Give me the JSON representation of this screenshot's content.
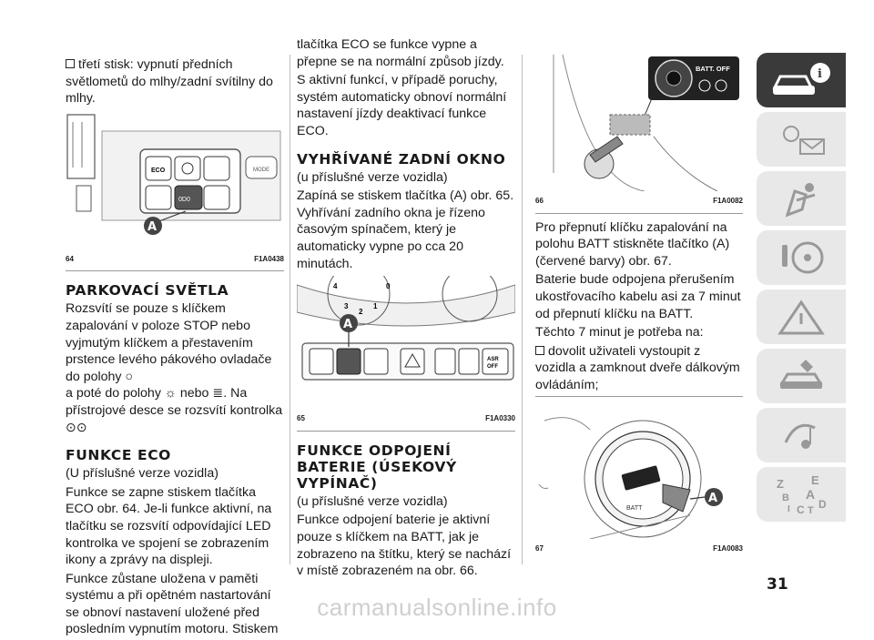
{
  "col1": {
    "intro_bullet": "třetí stisk: vypnutí předních",
    "intro_rest": "světlometů do mlhy/zadní svítilny do mlhy.",
    "fig64": {
      "num": "64",
      "code": "F1A0438",
      "callout": "A",
      "mode_label": "MODE"
    },
    "h_parking": "PARKOVACÍ SVĚTLA",
    "parking_text1": "Rozsvítí se pouze s klíčkem zapalování v poloze STOP nebo vyjmutým klíčkem a přestavením prstence levého pákového ovladače do polohy",
    "parking_text2a": "a poté do polohy",
    "parking_text2b": "nebo",
    "parking_text2c": ". Na přístrojové desce se rozsvítí kontrolka",
    "h_eco": "FUNKCE ECO",
    "eco_version": "(U příslušné verze vozidla)",
    "eco_text1": "Funkce se zapne stiskem tlačítka ECO obr. 64. Je-li funkce aktivní, na tlačítku se rozsvítí odpovídající LED kontrolka ve spojení se zobrazením ikony a zprávy na displeji.",
    "eco_text2": "Funkce zůstane uložena v paměti systému a při opětném nastartování se obnoví nastavení uložené před posledním vypnutím motoru. Stiskem"
  },
  "col2": {
    "cont_text": "tlačítka ECO se funkce vypne a přepne se na normální způsob jízdy.",
    "fault_text": "S aktivní funkcí, v případě poruchy, systém automaticky obnoví normální nastavení jízdy deaktivací funkce ECO.",
    "h_heated": "VYHŘÍVANÉ ZADNÍ OKNO",
    "heated_version": "(u příslušné verze vozidla)",
    "heated_text": "Zapíná se stiskem tlačítka (A) obr. 65. Vyhřívání zadního okna je řízeno časovým spínačem, který je automaticky vypne po cca 20 minutách.",
    "fig65": {
      "num": "65",
      "code": "F1A0330",
      "callout": "A",
      "dial": [
        "4",
        "0",
        "3",
        "2",
        "1"
      ],
      "asr_label": "ASR\nOFF"
    },
    "h_battery": "FUNKCE ODPOJENÍ BATERIE (ÚSEKOVÝ VYPÍNAČ)",
    "battery_version": "(u příslušné verze vozidla)",
    "battery_text": "Funkce odpojení baterie je aktivní pouze s klíčkem na BATT, jak je zobrazeno na štítku, který se nachází v místě zobrazeném na obr. 66."
  },
  "col3": {
    "fig66": {
      "num": "66",
      "code": "F1A0082",
      "label": "BATT. OFF"
    },
    "switch_text": "Pro přepnutí klíčku zapalování na polohu BATT stiskněte tlačítko (A) (červené barvy) obr. 67.",
    "disconnect_text": "Baterie bude odpojena přerušením ukostřovacího kabelu asi za 7 minut od přepnutí klíčku na BATT.",
    "during_text": "Těchto 7 minut je potřeba na:",
    "bullet_text": "dovolit uživateli vystoupit z vozidla a zamknout dveře dálkovým ovládáním;",
    "fig67": {
      "num": "67",
      "code": "F1A0083",
      "callout": "A",
      "batt_label": "BATT"
    }
  },
  "sidebar": {
    "items": [
      "car-info-icon",
      "warning-lights-icon",
      "airbag-seat-icon",
      "steering-key-icon",
      "hazard-triangle-icon",
      "wrench-car-icon",
      "music-note-icon",
      "index-letters-icon"
    ],
    "index_letters": [
      "Z",
      "E",
      "B",
      "A",
      "I",
      "C",
      "T",
      "D"
    ]
  },
  "page_number": "31",
  "watermark": "carmanualsonline.info"
}
